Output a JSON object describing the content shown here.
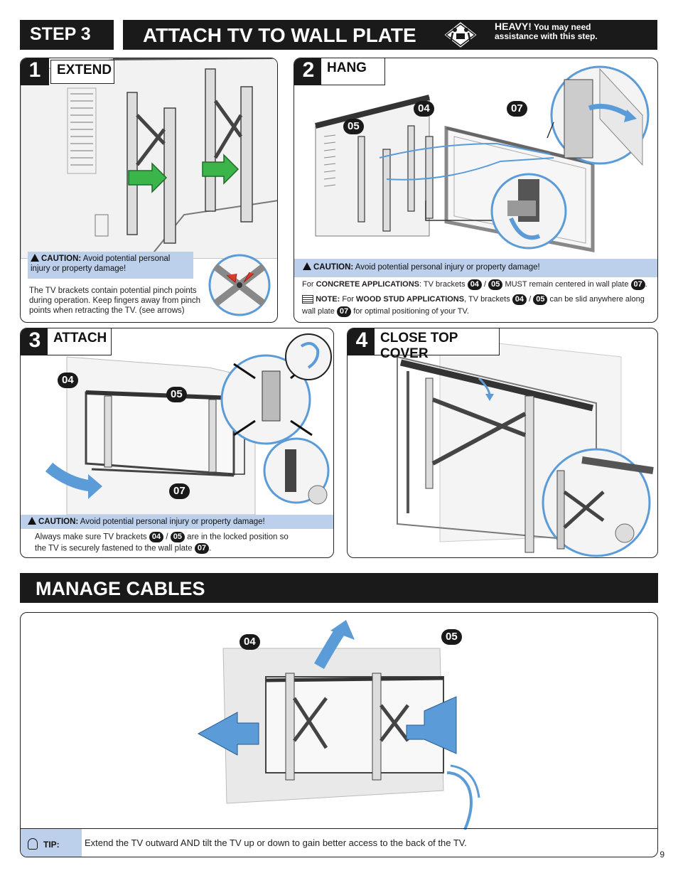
{
  "header": {
    "step_label": "STEP 3",
    "title": "ATTACH TV TO WALL PLATE",
    "heavy_strong": "HEAVY!",
    "heavy_line1": "You may need",
    "heavy_line2": "assistance with this step."
  },
  "panel1": {
    "number": "1",
    "label": "EXTEND",
    "caution_label": "CAUTION:",
    "caution_line1": "Avoid potential personal",
    "caution_line2": "injury or property damage!",
    "body_lines": [
      "The TV brackets contain potential pinch points",
      "during operation. Keep fingers away from pinch",
      "points when retracting the TV. (see arrows)"
    ]
  },
  "panel2": {
    "number": "2",
    "label": "HANG",
    "callout_04": "04",
    "callout_05": "05",
    "callout_07": "07",
    "caution_label": "CAUTION:",
    "caution_text": "Avoid potential personal injury or property damage!",
    "for_text": "For",
    "concrete_label": "CONCRETE APPLICATIONS",
    "concrete_text1": ": TV brackets",
    "slash": "/",
    "concrete_text2": "MUST remain centered in wall plate",
    "period": ".",
    "note_label": "NOTE:",
    "note_for": "For",
    "wood_label": "WOOD STUD APPLICATIONS",
    "wood_text1": ", TV brackets",
    "wood_text2": "can be slid anywhere along",
    "wood_text3": "wall plate",
    "wood_text4": "for optimal positioning of your TV.",
    "b04": "04",
    "b05": "05",
    "b07": "07"
  },
  "panel3": {
    "number": "3",
    "label": "ATTACH",
    "callout_04": "04",
    "callout_05": "05",
    "callout_07": "07",
    "caution_label": "CAUTION:",
    "caution_text": "Avoid potential personal injury or property damage!",
    "body1": "Always make sure TV brackets",
    "slash": "/",
    "body2": "are in the locked position so",
    "body3": "the TV is securely fastened to the wall plate",
    "period": ".",
    "b04": "04",
    "b05": "05",
    "b07": "07"
  },
  "panel4": {
    "number": "4",
    "label": "CLOSE TOP COVER"
  },
  "manage": {
    "title": "MANAGE CABLES",
    "callout_04": "04",
    "callout_05": "05",
    "tip_label": "TIP:",
    "tip_text": "Extend the TV outward AND tilt the TV up or down to gain better access to the back of the TV."
  },
  "page_number": "9",
  "colors": {
    "black_bar": "#1a1a1a",
    "caution_band": "#bcd0ec",
    "arrow_blue": "#5a9bd8",
    "arrow_green": "#3bb54a",
    "arrow_red": "#e0392b"
  }
}
